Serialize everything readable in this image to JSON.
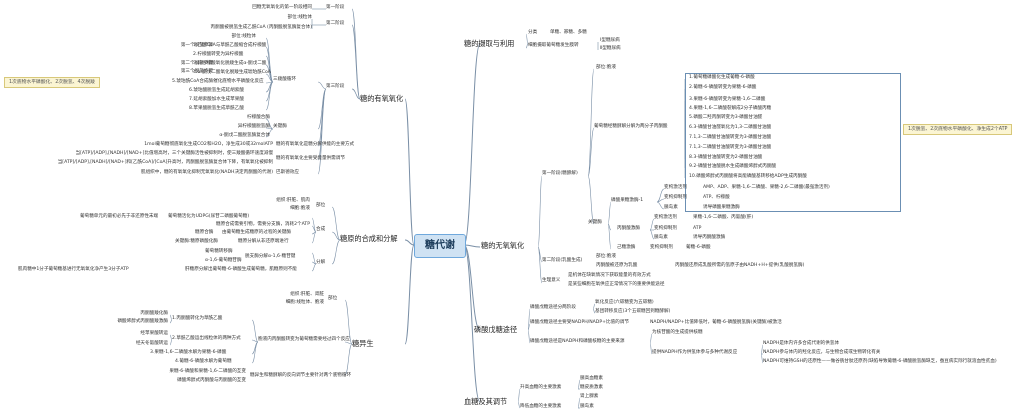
{
  "center": "糖代谢",
  "b1": {
    "intake": "糖的摄取与利用",
    "aerobic": "糖的有氧氧化",
    "synthesis": "糖原的合成和分解",
    "gluconeo": "糖异生",
    "anaerobic": "糖的无氧氧化",
    "ppp": "磷酸戊糖途径",
    "regulation": "血糖及其调节"
  },
  "notes": {
    "aerobic": "1次底物水平磷酸化、2次脱氢、4次脱羧",
    "anaerobic": "1次脱氢、2次底物水平磷酸化、净生成2个ATP"
  },
  "aerobic": {
    "s1": "第一阶段",
    "s1c": "回糖无氧氧化的第一阶段相同",
    "s2": "第二阶段",
    "s2a": "部位:线粒体",
    "s2b": "丙酮酸被脱氢生成乙酰CoA (丙酮酸脱氢酶复合体)",
    "s3": "第三阶段",
    "tca": "三羧酸循环",
    "loc": "部位:线粒体",
    "dehyd1": "第一个脱氢步骤",
    "st1": "1.乙酰CoA与草酰乙酸缩合成柠檬酸",
    "st2": "2.柠檬酸转变为异柠檬酸",
    "dehyd2": "第二个脱氢步骤",
    "st3": "3.异柠檬酸氧化脱羧生成α-酮戊二酸",
    "dehyd3": "第三个脱氢步骤",
    "st4": "4.α-酮戊二酸氧化脱羧生成琥珀酰CoA",
    "st5": "5.琥珀酰CoA合成酶催化底物水平磷酸化反应",
    "st6": "6.琥珀酸脱氢生成延胡索酸",
    "st7": "7.延胡索酸加水生成苹果酸",
    "st8": "8.苹果酸脱氢生成草酰乙酸",
    "keyenz": "关键酶",
    "ke1": "柠檬酸合酶",
    "ke2": "异柠檬酸脱氢酶",
    "ke3": "α-酮戊二酸脱氢酶复合体",
    "e1": "1mol葡萄糖彻底氧化生成CO2和H2O，净生成30或32molATP",
    "e1r": "糖的有氧氧化是糖分解供能的主要方式",
    "e2": "当[ATP]/[ADP],[NADH]/[NAD+]比值增高时，三个关键酶活性被抑制时，使三羧酸循环速度减慢",
    "e2r": "糖的有氧氧化主要受能量供需调节",
    "e3": "当[ATP]/[ADP],[NADH]/[NAD+]和[乙酰CoA]/[CoA]升高时，丙酮酸脱氢酶复合体下降，有氧氧化被抑制",
    "e4": "肌组织中，糖的有氧氧化抑制无氧氧化(NADH决定丙酮酸的代谢)",
    "e4r": "巴斯德效应"
  },
  "intake": {
    "fenlei": "分类",
    "fenlei_v": "单糖、寡糖、多糖",
    "absorb": "细胞摄取葡萄糖发生膜转",
    "a1": "Ⅰ型糖尿病",
    "a2": "Ⅱ型糖尿病"
  },
  "synthesis": {
    "bw": "部位",
    "bw1": "组织:肝脏、肌肉",
    "bw2": "细胞:胞液",
    "hc": "合成",
    "h1": "葡萄糖单元的最初必先于非还原性末端",
    "h1r": "葡萄糖活化为UDPG(尿苷二磷酸葡萄糖)",
    "h2": "糖原合成需要引物，需要分支酶，消耗2个ATP",
    "h3": "糖原合酶",
    "h3r": "由葡萄糖生成糖原的过程的关键酶",
    "h4": "关键酶:糖原磷酸化酶",
    "h4r": "糖原分解从非还原端进行",
    "fj": "分解",
    "f1": "葡萄糖转移酶",
    "f2": "α-1,6-葡萄糖苷酶",
    "f2a": "脱支酶分解α-1,6-糖苷键",
    "f3": "肌肉糖中1分子葡萄糖基进行无氧氧化净产生3分子ATP",
    "f3r": "肝糖原分解出葡萄糖-6-磷酸生成葡萄糖，肌糖原则不能"
  },
  "gluconeo": {
    "bw": "部位",
    "bw1": "组织:肝脏、肾脏",
    "bw2": "细胞:线粒体、胞液",
    "main": "胞液内丙酮酸转变为葡萄糖需要经过四个反应",
    "p1": "1.丙酮酸转化为草酰乙酸",
    "p1a": "丙酮酸羧化酶",
    "p1b": "磷酸烯醇式丙酮酸羧激酶",
    "p2": "2.草酰乙酸运出线粒体的两种方式",
    "p2a": "经苹果酸转运",
    "p2b": "经天冬氨酸转运",
    "p3": "3.果糖-1,6-二磷酸水解为果糖-6-磷酸",
    "p4": "4.葡糖-6-磷酸水解为葡萄糖",
    "c1": "果糖-6-磷酸和果糖-1,6-二磷酸的互变",
    "c1r": "糖异生和糖酵解的反向调节主要针对两个底物循环",
    "c2": "磷酸烯醇式丙酮酸与丙酮酸的互变"
  },
  "anaerobic": {
    "s1": "第一阶段(糖酵解)",
    "loc": "部位:胞液",
    "main": "葡萄糖经糖酵解分解为两分子丙酮酸",
    "g1": "1.葡萄糖磷酸化生成葡糖-6-磷酸",
    "g2": "2.葡糖-6-磷酸转变为果糖-6-磷酸",
    "g3": "3.果糖-6-磷酸转变为果糖-1,6-二磷酸",
    "g4": "4.果糖-1,6-二磷酸裂解成2分子磷酸丙糖",
    "g5": "5.磷酸二羟丙酮转变为3-磷酸甘油醛",
    "g6": "6.3-磷酸甘油醛氧化为1,3-二磷酸甘油酸",
    "g7": "7.1,3-二磷酸甘油酸转变为3-磷酸甘油酸",
    "g8": "7.1,3-二磷酸甘油酸转变为3-磷酸甘油酸",
    "g9": "8.3-磷酸甘油酸转变为2-磷酸甘油酸",
    "g10": "9.2-磷酸甘油酸脱水生成磷酸烯醇式丙酮酸",
    "g11": "10.磷酸烯醇式丙酮酸将高能磷酸基转移给ADP生成丙酮酸",
    "keyenz": "关键酶",
    "pfk": "磷酸果糖激酶-1",
    "pfk1": "变构激活剂",
    "pfk1v": "AMP、ADP、果糖-1,6-二磷酸、果糖-2,6-二磷酸(最强激活剂)",
    "pfk2": "变构抑制剂",
    "pfk2v": "ATP、柠檬酸",
    "pfk3": "胰岛素",
    "pfk3v": "诱导磷酸果糖激酶",
    "pk": "丙酮酸激酶",
    "pk1": "变构激活剂",
    "pk1v": "果糖-1,6-二磷酸、丙氨酸(肝)",
    "pk2": "变构抑制剂",
    "pk2v": "ATP",
    "pk3": "胰岛素",
    "pk3v": "诱导丙酮酸激酶",
    "hk": "己糖激酶",
    "hk1": "变构抑制剂",
    "hk1v": "葡糖-6-磷酸",
    "s2": "第二阶段(乳酸生成)",
    "s2loc": "部位:胞液",
    "s2a": "丙酮酸被还原为乳酸",
    "s2ar": "丙酮酸还原成乳酸所需的氢原子由NADH+H+提供(乳酸脱氢酶)",
    "phys": "生理意义",
    "ph1": "是机体在缺氧情况下获取能量的有效方式",
    "ph2": "是某些细胞在氧供应正常情况下的重要供能途径"
  },
  "ppp": {
    "r1": "磷酸戊糖途径分两阶段",
    "r1a": "氧化反应(六碳糖变为五碳糖)",
    "r1b": "基团转移反应(3个五碳糖回到糖酵解)",
    "r2": "磷酸戊糖途径主要受NADPH/NADP+比值的调节",
    "r2r": "NADPH/NADP+比值降低时，葡糖-6-磷酸脱氢酶(关键酶)被激活",
    "r3": "磷酸戊糖途径是NADPH和磷酸核糖的主要来源",
    "r3a": "为核苷酸的生成提供核糖",
    "r3b": "提供NADPH作为供氢体参与多种代谢反应",
    "r3b1": "NADPH是体内许多合成代谢的供氢体",
    "r3b2": "NADPH参与体内的羟化反应，与生物合成或生物转化有关",
    "r3b3": "NADPH可维持GSH的还原性——做谷胱甘肽还原剂(缺陷导致葡糖-6-磷酸脱氢酶缺乏，蚕豆病实际行就溶血性贫血)"
  },
  "regulation": {
    "up": "升高血糖的主要激素",
    "up1": "胰高血糖素",
    "up2": "糖皮质激素",
    "down": "降低血糖的主要激素",
    "down1": "肾上腺素",
    "down2": "胰岛素"
  }
}
